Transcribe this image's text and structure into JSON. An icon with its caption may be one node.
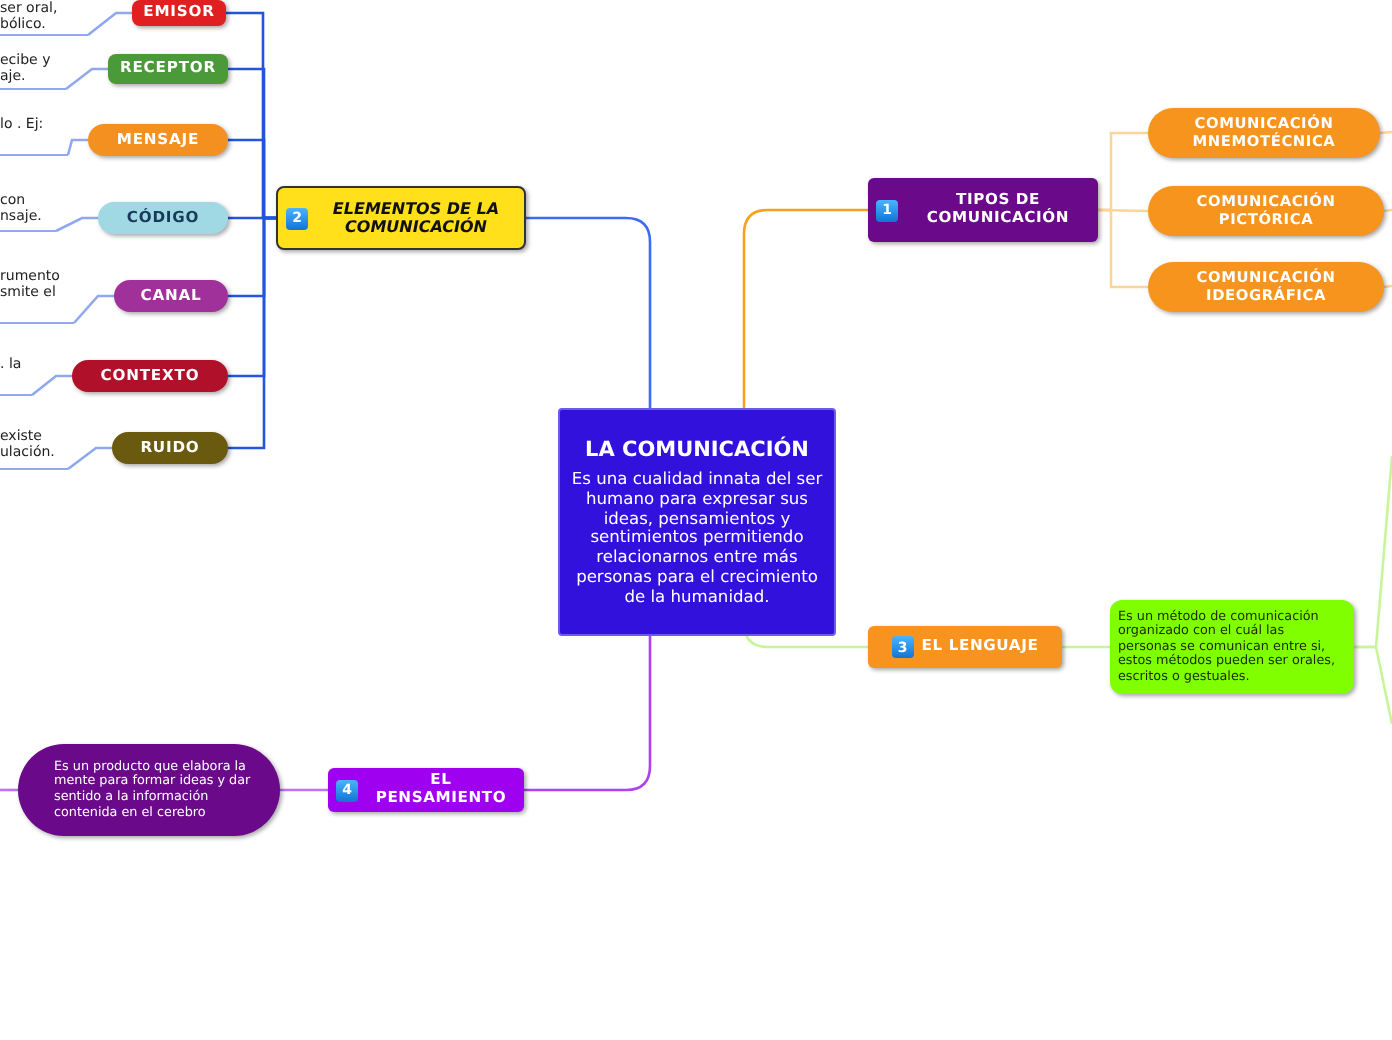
{
  "diagram": {
    "nodes": [
      {
        "text": [
          "LA COMUNICACIÓN",
          "Es una cualidad innata del ser humano para expresar sus ideas, pensamientos y sentimientos permitiendo relacionarnos entre más personas para el crecimiento de la humanidad."
        ]
      },
      {
        "text": [
          "1",
          "TIPOS DE COMUNICACIÓN"
        ]
      },
      {
        "text": [
          "COMUNICACIÓN MNEMOTÉCNICA"
        ]
      },
      {
        "text": [
          "COMUNICACIÓN PICTÓRICA"
        ]
      },
      {
        "text": [
          "COMUNICACIÓN IDEOGRÁFICA"
        ]
      },
      {
        "text": [
          "2",
          "ELEMENTOS DE LA COMUNICACIÓN"
        ]
      },
      {
        "text": [
          "EMISOR"
        ]
      },
      {
        "text": [
          "RECEPTOR"
        ]
      },
      {
        "text": [
          "MENSAJE"
        ]
      },
      {
        "text": [
          "CÓDIGO"
        ]
      },
      {
        "text": [
          "CANAL"
        ]
      },
      {
        "text": [
          "CONTEXTO"
        ]
      },
      {
        "text": [
          "RUIDO"
        ]
      },
      {
        "text": [
          "ser oral, bólico."
        ]
      },
      {
        "text": [
          "ecibe y aje."
        ]
      },
      {
        "text": [
          "lo . Ej:"
        ]
      },
      {
        "text": [
          "con nsaje."
        ]
      },
      {
        "text": [
          "rumento smite el"
        ]
      },
      {
        "text": [
          ". la"
        ]
      },
      {
        "text": [
          "existe ulación."
        ]
      },
      {
        "text": [
          "3",
          "EL LENGUAJE"
        ]
      },
      {
        "text": [
          "Es un método  de comunicación organizado con el cuál las personas se comunican entre si, estos métodos pueden  ser orales, escritos o gestuales."
        ]
      },
      {
        "text": [
          "4",
          "EL PENSAMIENTO"
        ]
      },
      {
        "text": [
          "Es un producto que elabora la mente para formar ideas y dar sentido a la información contenida en el cerebro"
        ]
      }
    ],
    "edges": [
      {
        "from": 0,
        "to": 1,
        "arrow": "none",
        "color": "#f7a21b"
      },
      {
        "from": 1,
        "to": 2,
        "arrow": "none",
        "color": "#fdd49a"
      },
      {
        "from": 1,
        "to": 3,
        "arrow": "none",
        "color": "#fdd49a"
      },
      {
        "from": 1,
        "to": 4,
        "arrow": "none",
        "color": "#fdd49a"
      },
      {
        "from": 2,
        "to": null,
        "arrow": "none",
        "color": "#fdd49a"
      },
      {
        "from": 3,
        "to": null,
        "arrow": "none",
        "color": "#fdd49a"
      },
      {
        "from": 4,
        "to": null,
        "arrow": "none",
        "color": "#fdd49a"
      },
      {
        "from": 0,
        "to": 5,
        "arrow": "none",
        "color": "#3d6bf5"
      },
      {
        "from": 5,
        "to": 6,
        "arrow": "none"
      },
      {
        "from": 5,
        "to": 7,
        "arrow": "none"
      },
      {
        "from": 5,
        "to": 8,
        "arrow": "none"
      },
      {
        "from": 5,
        "to": 9,
        "arrow": "none"
      },
      {
        "from": 5,
        "to": 10,
        "arrow": "none"
      },
      {
        "from": 5,
        "to": 11,
        "arrow": "none"
      },
      {
        "from": 5,
        "to": 12,
        "arrow": "none"
      },
      {
        "from": 6,
        "to": 13,
        "arrow": "none",
        "color": "#8fa8f0"
      },
      {
        "from": 7,
        "to": 14,
        "arrow": "none",
        "color": "#8fa8f0"
      },
      {
        "from": 8,
        "to": 15,
        "arrow": "none",
        "color": "#8fa8f0"
      },
      {
        "from": 9,
        "to": 16,
        "arrow": "none",
        "color": "#8fa8f0"
      },
      {
        "from": 10,
        "to": 17,
        "arrow": "none",
        "color": "#8fa8f0"
      },
      {
        "from": 11,
        "to": 18,
        "arrow": "none",
        "color": "#8fa8f0"
      },
      {
        "from": 12,
        "to": 19,
        "arrow": "none",
        "color": "#8fa8f0"
      },
      {
        "from": 0,
        "to": 20,
        "arrow": "none",
        "color": "#c8f59a"
      },
      {
        "from": 20,
        "to": 21,
        "arrow": "none",
        "color": "#c8f59a"
      },
      {
        "from": 21,
        "to": null,
        "arrow": "none",
        "color": "#c8f59a"
      },
      {
        "from": 21,
        "to": null,
        "arrow": "none",
        "color": "#c8f59a"
      },
      {
        "from": 0,
        "to": 22,
        "arrow": "none",
        "color": "#b040f0"
      },
      {
        "from": 22,
        "to": 23,
        "arrow": "none",
        "color": "#c070f0"
      },
      {
        "from": 23,
        "to": null,
        "arrow": "none",
        "color": "#c070f0"
      }
    ]
  }
}
